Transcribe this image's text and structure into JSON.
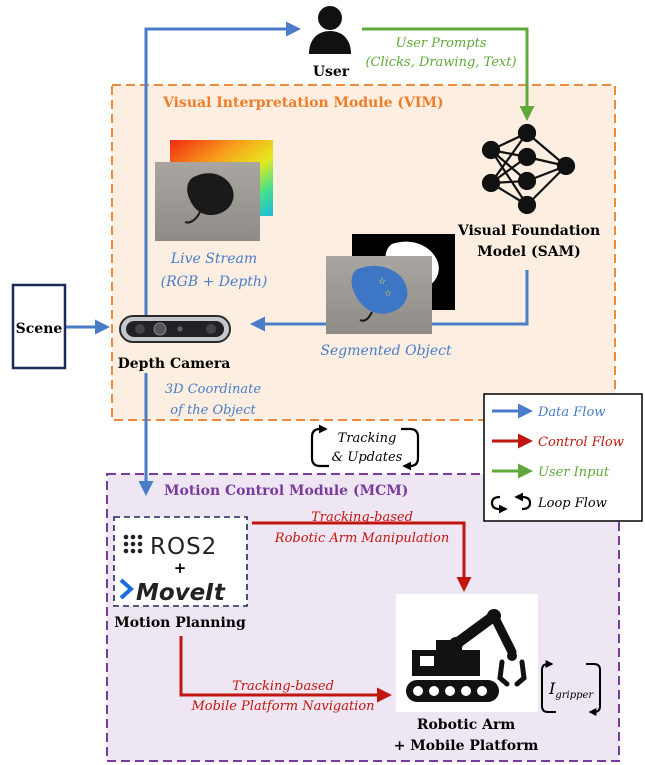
{
  "colors": {
    "data_flow": "#4a7cc7",
    "control_flow": "#c0160f",
    "user_input": "#5fa83a",
    "vim_border": "#ee8a3c",
    "vim_fill": "#fcefe2",
    "mcm_border": "#7a3c9c",
    "mcm_fill": "#efe6f3",
    "vim_title": "#ee7d29",
    "mcm_title": "#7a3c9c",
    "scene_border": "#1c2b5a"
  },
  "user": {
    "label": "User",
    "icon": "person-icon"
  },
  "user_prompts": {
    "line1": "User Prompts",
    "line2": "(Clicks, Drawing, Text)"
  },
  "vim": {
    "title": "Visual Interpretation Module (VIM)"
  },
  "vfm": {
    "line1": "Visual Foundation",
    "line2": "Model (SAM)",
    "icon": "neural-network-icon"
  },
  "live_stream": {
    "line1": "Live Stream",
    "line2": "(RGB + Depth)"
  },
  "scene": {
    "label": "Scene"
  },
  "camera": {
    "label": "Depth Camera",
    "icon": "depth-camera-icon"
  },
  "segmented": {
    "label": "Segmented Object"
  },
  "coordinate": {
    "line1": "3D Coordinate",
    "line2": "of the Object"
  },
  "tracking_updates": {
    "line1": "Tracking",
    "line2": "& Updates"
  },
  "legend": {
    "items": [
      {
        "label": "Data Flow",
        "kind": "data"
      },
      {
        "label": "Control Flow",
        "kind": "control"
      },
      {
        "label": "User Input",
        "kind": "user"
      },
      {
        "label": "Loop Flow",
        "kind": "loop"
      }
    ]
  },
  "mcm": {
    "title": "Motion Control Module (MCM)"
  },
  "ros": {
    "logo_text": "ROS2",
    "plus": "+",
    "moveit_text": "MoveIt"
  },
  "motion_planning": {
    "label": "Motion Planning"
  },
  "manip": {
    "line1": "Tracking-based",
    "line2": "Robotic Arm Manipulation"
  },
  "nav": {
    "line1": "Tracking-based",
    "line2": "Mobile Platform Navigation"
  },
  "robot": {
    "line1": "Robotic Arm",
    "line2": "+ Mobile Platform",
    "icon": "robotic-arm-icon"
  },
  "gripper": {
    "symbol": "I",
    "subscript": "gripper"
  }
}
